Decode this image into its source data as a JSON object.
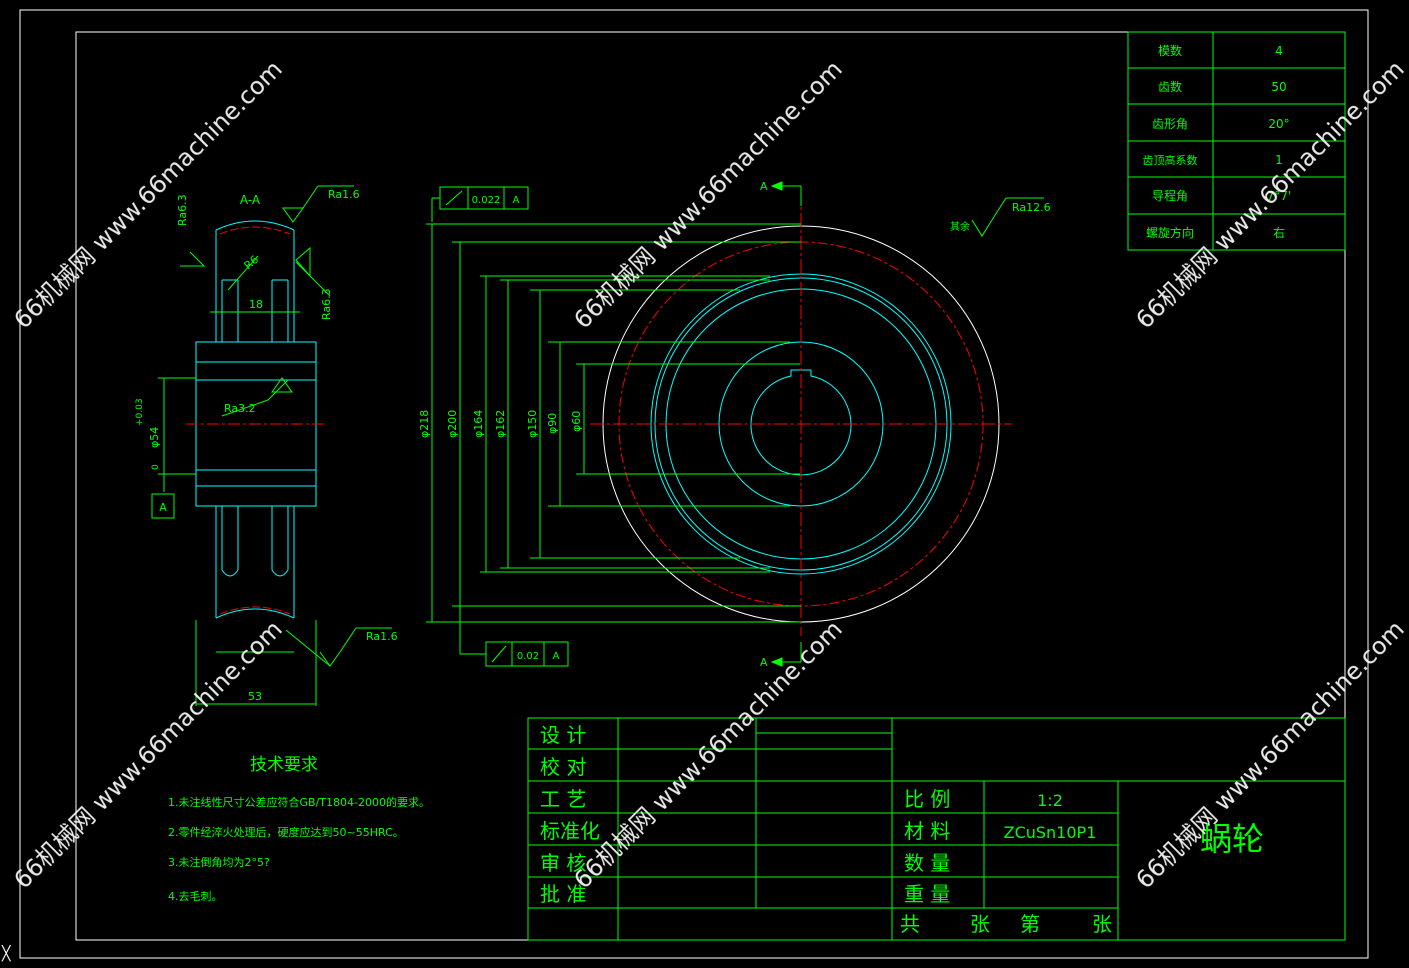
{
  "colors": {
    "background": "#000000",
    "frame": "#ffffff",
    "dimension": "#00ff00",
    "contour": "#00ffff",
    "center_line": "#ff0000",
    "watermark": "#ffffff"
  },
  "params_table": [
    {
      "label": "模数",
      "value": "4"
    },
    {
      "label": "齿数",
      "value": "50"
    },
    {
      "label": "齿形角",
      "value": "20°"
    },
    {
      "label": "齿顶高系数",
      "value": "1"
    },
    {
      "label": "导程角",
      "value": "7°7'"
    },
    {
      "label": "螺旋方向",
      "value": "右"
    }
  ],
  "section_view": {
    "title": "A-A",
    "roughness": [
      "Ra1.6",
      "Ra6.3",
      "Ra6.3",
      "Ra3.2",
      "Ra1.6"
    ],
    "radius": "R6",
    "dim_18": "18",
    "dim_53": "53",
    "dim_bore": "φ54",
    "tolerance": "+0.03",
    "tolerance_lo": "0",
    "datum": "A"
  },
  "front_view": {
    "section_mark_top": "A",
    "section_mark_bottom": "A",
    "runout_top": "0.022",
    "runout_top_datum": "A",
    "runout_bottom": "0.02",
    "runout_bottom_datum": "A",
    "diameters": [
      "φ218",
      "φ200",
      "φ164",
      "φ162",
      "φ150",
      "φ90",
      "φ60"
    ],
    "rest_roughness_label": "其余",
    "rest_roughness": "Ra12.6"
  },
  "tech_req": {
    "title": "技术要求",
    "items": [
      "1.未注线性尺寸公差应符合GB/T1804-2000的要求。",
      "2.零件经淬火处理后，硬度应达到50~55HRC。",
      "3.未注倒角均为2°5?",
      "4.去毛刺。"
    ]
  },
  "title_block": {
    "left_rows": [
      "设  计",
      "校  对",
      "工  艺",
      "标准化",
      "审  核",
      "批  准"
    ],
    "right_rows": [
      {
        "label": "比  例",
        "value": "1:2"
      },
      {
        "label": "材  料",
        "value": "ZCuSn10P1"
      },
      {
        "label": "数  量",
        "value": ""
      },
      {
        "label": "重  量",
        "value": ""
      }
    ],
    "sheet_row": [
      "共",
      "张",
      "第",
      "张"
    ],
    "part_name": "蜗轮"
  },
  "watermark": "66机械网 www.66machine.com"
}
